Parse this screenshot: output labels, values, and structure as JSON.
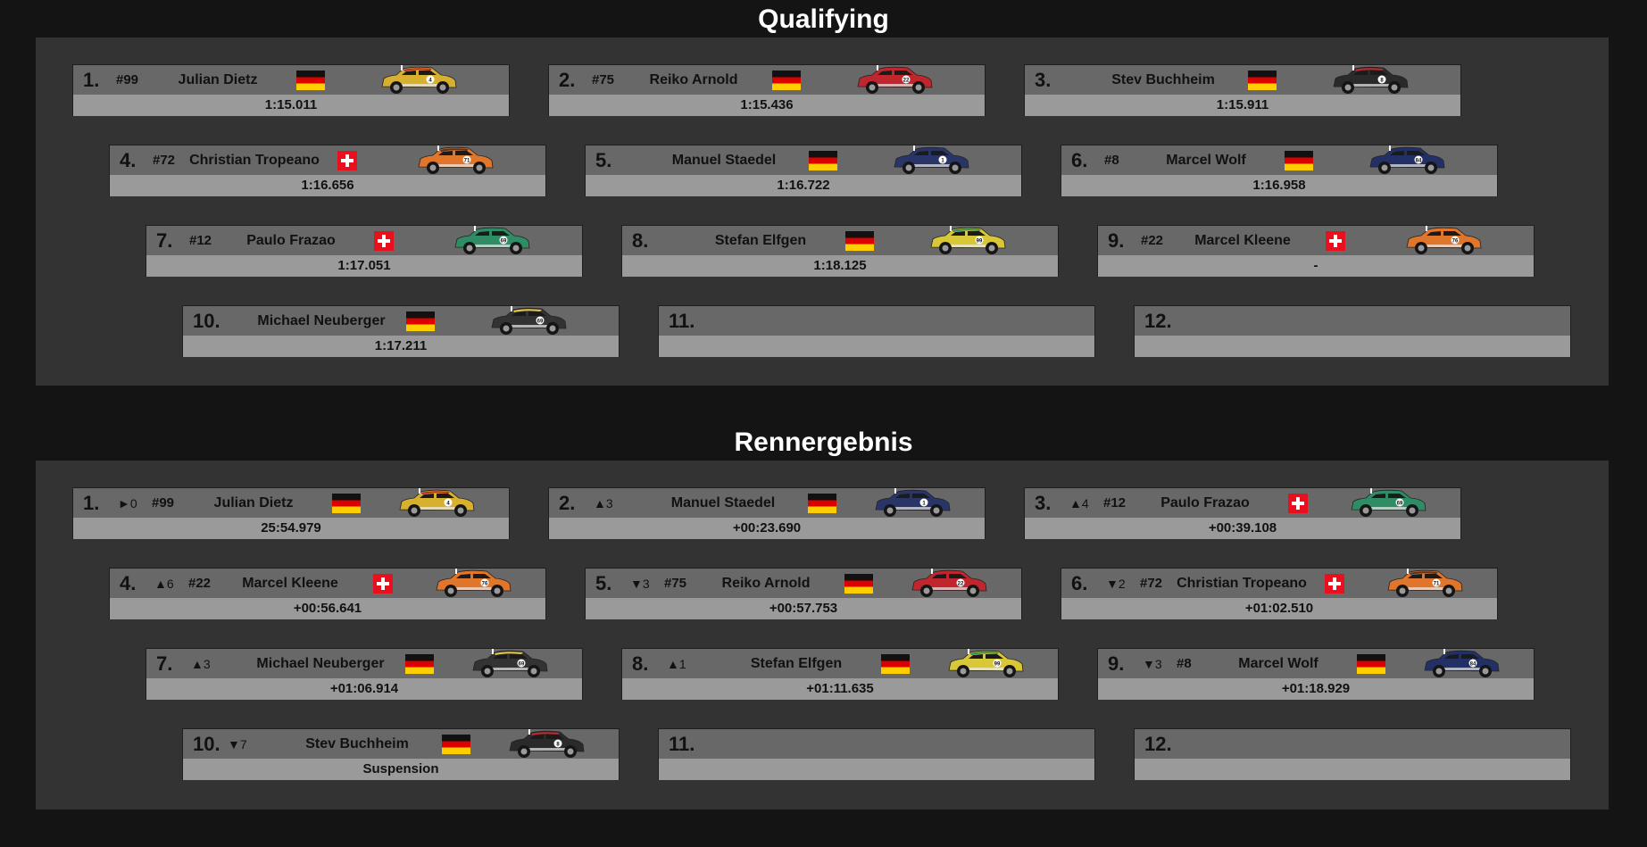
{
  "qualifying": {
    "title": "Qualifying",
    "cards": [
      {
        "pos": "1.",
        "num": "#99",
        "name": "Julian Dietz",
        "flag": "de",
        "time": "1:15.011",
        "car": {
          "body": "#d8b030",
          "roof": "#bb2b2b",
          "num": "4"
        }
      },
      {
        "pos": "2.",
        "num": "#75",
        "name": "Reiko Arnold",
        "flag": "de",
        "time": "1:15.436",
        "car": {
          "body": "#c0262e",
          "roof": "#c0262e",
          "num": "22"
        }
      },
      {
        "pos": "3.",
        "num": "",
        "name": "Stev Buchheim",
        "flag": "de",
        "time": "1:15.911",
        "car": {
          "body": "#2a2a2a",
          "roof": "#c0262e",
          "num": "8"
        }
      },
      {
        "pos": "4.",
        "num": "#72",
        "name": "Christian Tropeano",
        "flag": "ch",
        "time": "1:16.656",
        "car": {
          "body": "#e0752c",
          "roof": "#4a3a30",
          "num": "71"
        }
      },
      {
        "pos": "5.",
        "num": "",
        "name": "Manuel Staedel",
        "flag": "de",
        "time": "1:16.722",
        "car": {
          "body": "#2a3567",
          "roof": "#2a3567",
          "num": "1"
        }
      },
      {
        "pos": "6.",
        "num": "#8",
        "name": "Marcel Wolf",
        "flag": "de",
        "time": "1:16.958",
        "car": {
          "body": "#223066",
          "roof": "#223066",
          "num": "84"
        }
      },
      {
        "pos": "7.",
        "num": "#12",
        "name": "Paulo Frazao",
        "flag": "ch",
        "time": "1:17.051",
        "car": {
          "body": "#2f8d66",
          "roof": "#2f8d66",
          "num": "69"
        }
      },
      {
        "pos": "8.",
        "num": "",
        "name": "Stefan Elfgen",
        "flag": "de",
        "time": "1:18.125",
        "car": {
          "body": "#d8c838",
          "roof": "#2f8d66",
          "num": "99"
        }
      },
      {
        "pos": "9.",
        "num": "#22",
        "name": "Marcel Kleene",
        "flag": "ch",
        "time": "-",
        "car": {
          "body": "#e0752c",
          "roof": "#e0752c",
          "num": "76"
        }
      },
      {
        "pos": "10.",
        "num": "",
        "name": "Michael Neuberger",
        "flag": "de",
        "time": "1:17.211",
        "car": {
          "body": "#333333",
          "roof": "#e2c640",
          "num": "69"
        }
      },
      {
        "pos": "11.",
        "num": "",
        "name": "",
        "flag": "",
        "time": "",
        "car": null
      },
      {
        "pos": "12.",
        "num": "",
        "name": "",
        "flag": "",
        "time": "",
        "car": null
      }
    ]
  },
  "race": {
    "title": "Rennergebnis",
    "cards": [
      {
        "pos": "1.",
        "chg": "►0",
        "num": "#99",
        "name": "Julian Dietz",
        "flag": "de",
        "time": "25:54.979",
        "car": {
          "body": "#d8b030",
          "roof": "#bb2b2b",
          "num": "4"
        }
      },
      {
        "pos": "2.",
        "chg": "▲3",
        "num": "",
        "name": "Manuel Staedel",
        "flag": "de",
        "time": "+00:23.690",
        "car": {
          "body": "#2a3567",
          "roof": "#2a3567",
          "num": "1"
        }
      },
      {
        "pos": "3.",
        "chg": "▲4",
        "num": "#12",
        "name": "Paulo Frazao",
        "flag": "ch",
        "time": "+00:39.108",
        "car": {
          "body": "#2f8d66",
          "roof": "#2f8d66",
          "num": "69"
        }
      },
      {
        "pos": "4.",
        "chg": "▲6",
        "num": "#22",
        "name": "Marcel Kleene",
        "flag": "ch",
        "time": "+00:56.641",
        "car": {
          "body": "#e0752c",
          "roof": "#e0752c",
          "num": "76"
        }
      },
      {
        "pos": "5.",
        "chg": "▼3",
        "num": "#75",
        "name": "Reiko Arnold",
        "flag": "de",
        "time": "+00:57.753",
        "car": {
          "body": "#c0262e",
          "roof": "#c0262e",
          "num": "22"
        }
      },
      {
        "pos": "6.",
        "chg": "▼2",
        "num": "#72",
        "name": "Christian Tropeano",
        "flag": "ch",
        "time": "+01:02.510",
        "car": {
          "body": "#e0752c",
          "roof": "#4a3a30",
          "num": "71"
        }
      },
      {
        "pos": "7.",
        "chg": "▲3",
        "num": "",
        "name": "Michael Neuberger",
        "flag": "de",
        "time": "+01:06.914",
        "car": {
          "body": "#333333",
          "roof": "#e2c640",
          "num": "69"
        }
      },
      {
        "pos": "8.",
        "chg": "▲1",
        "num": "",
        "name": "Stefan Elfgen",
        "flag": "de",
        "time": "+01:11.635",
        "car": {
          "body": "#d8c838",
          "roof": "#2f8d66",
          "num": "99"
        }
      },
      {
        "pos": "9.",
        "chg": "▼3",
        "num": "#8",
        "name": "Marcel Wolf",
        "flag": "de",
        "time": "+01:18.929",
        "car": {
          "body": "#223066",
          "roof": "#223066",
          "num": "84"
        }
      },
      {
        "pos": "10.",
        "chg": "▼7",
        "num": "",
        "name": "Stev Buchheim",
        "flag": "de",
        "time": "Suspension",
        "car": {
          "body": "#2a2a2a",
          "roof": "#c0262e",
          "num": "8"
        }
      },
      {
        "pos": "11.",
        "chg": "",
        "num": "",
        "name": "",
        "flag": "",
        "time": "",
        "car": null
      },
      {
        "pos": "12.",
        "chg": "",
        "num": "",
        "name": "",
        "flag": "",
        "time": "",
        "car": null
      }
    ]
  }
}
